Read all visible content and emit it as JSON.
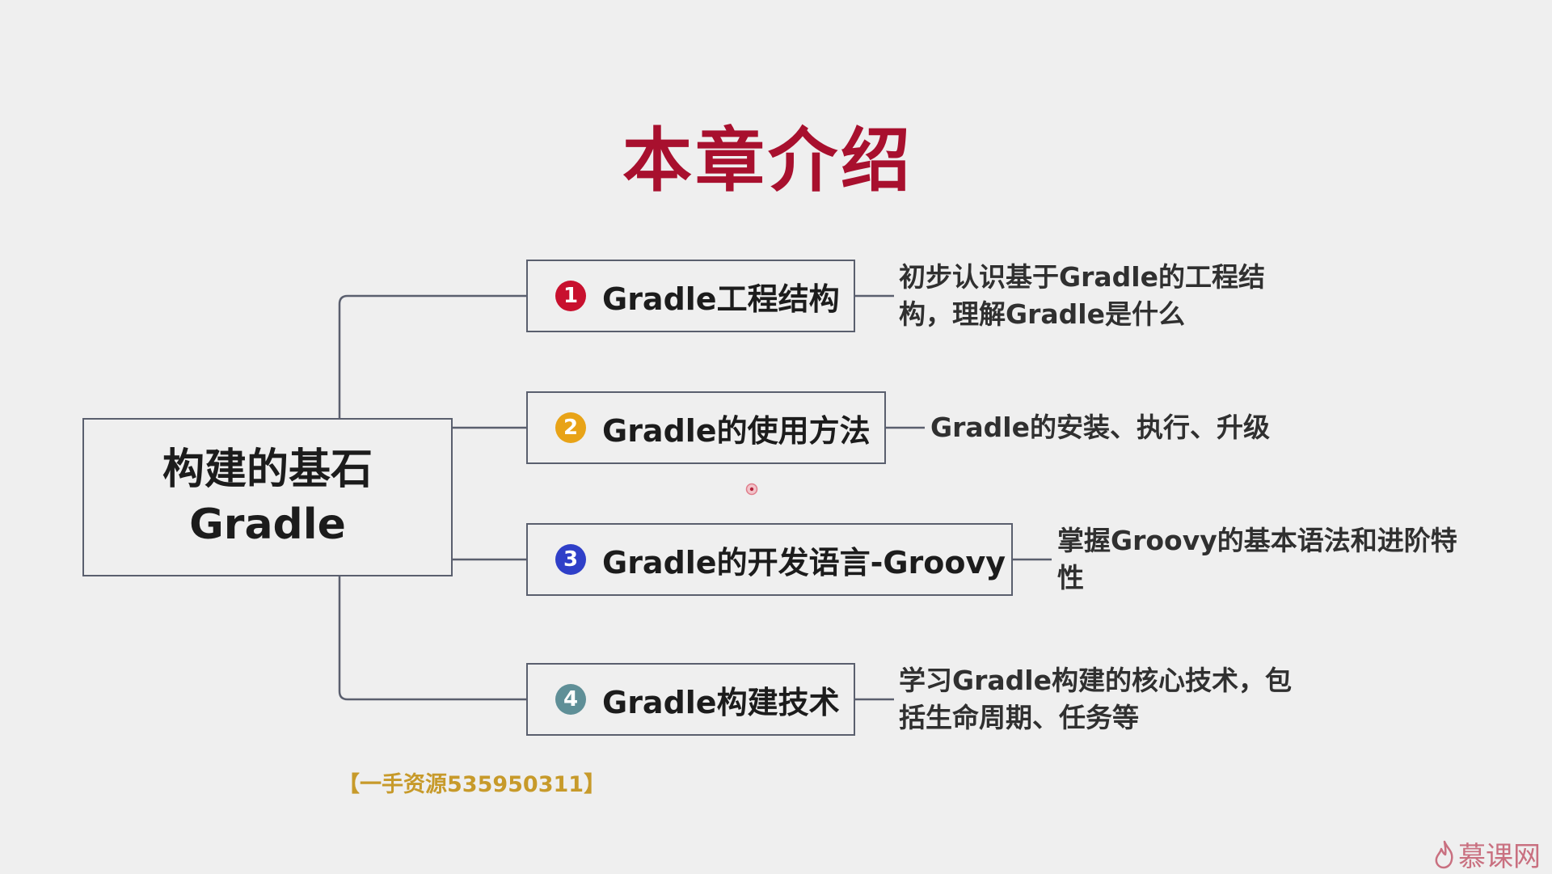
{
  "title": "本章介绍",
  "root": {
    "line1": "构建的基石",
    "line2": "Gradle"
  },
  "branches": [
    {
      "number": "1",
      "badge_color": "#c8102e",
      "label": "Gradle工程结构",
      "desc_line1": "初步认识基于Gradle的工程结",
      "desc_line2": "构，理解Gradle是什么"
    },
    {
      "number": "2",
      "badge_color": "#e8a317",
      "label": "Gradle的使用方法",
      "desc_line1": "Gradle的安装、执行、升级",
      "desc_line2": ""
    },
    {
      "number": "3",
      "badge_color": "#2f3fc8",
      "label": "Gradle的开发语言-Groovy",
      "desc_line1": "掌握Groovy的基本语法和进阶特",
      "desc_line2": "性"
    },
    {
      "number": "4",
      "badge_color": "#5f8f97",
      "label": "Gradle构建技术",
      "desc_line1": "学习Gradle构建的核心技术，包",
      "desc_line2": "括生命周期、任务等"
    }
  ],
  "watermark": "【一手资源535950311】",
  "brand": {
    "name": "慕课网",
    "icon": "flame-icon",
    "color": "#c97080"
  },
  "colors": {
    "title": "#a8102e",
    "border": "#5a5f6e",
    "background": "#efefef"
  }
}
